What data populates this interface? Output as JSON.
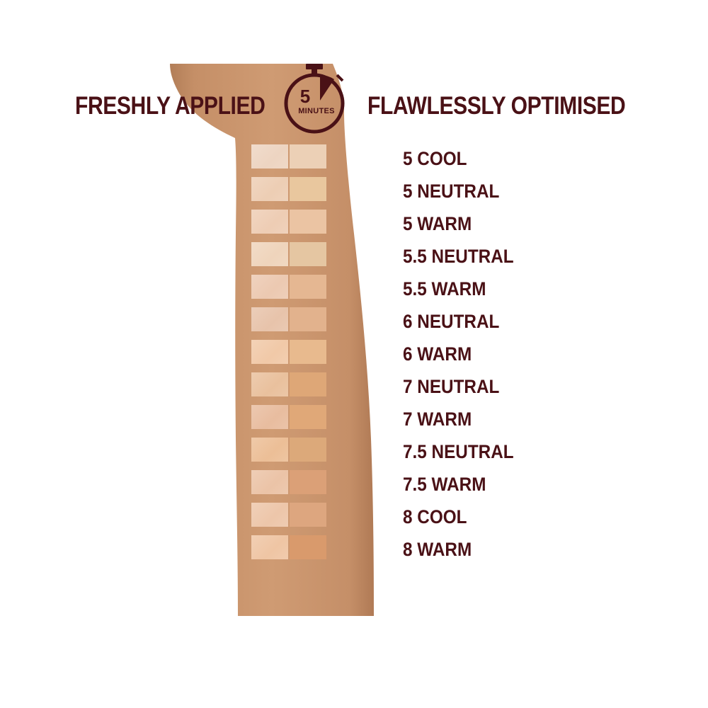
{
  "headings": {
    "left": "FRESHLY APPLIED",
    "right": "FLAWLESSLY OPTIMISED"
  },
  "timer": {
    "number": "5",
    "unit": "MINUTES",
    "icon": "stopwatch-icon"
  },
  "colors": {
    "text": "#4a1116",
    "skin": "#c8926a",
    "background": "#ffffff"
  },
  "shades": [
    {
      "label": "5 COOL",
      "fresh": "#ecd2be",
      "optimised": "#ecd0b6"
    },
    {
      "label": "5 NEUTRAL",
      "fresh": "#eccbb0",
      "optimised": "#e9c79e"
    },
    {
      "label": "5 WARM",
      "fresh": "#edcab0",
      "optimised": "#ebc4a3"
    },
    {
      "label": "5.5 NEUTRAL",
      "fresh": "#eed2b8",
      "optimised": "#e5c6a2"
    },
    {
      "label": "5.5 WARM",
      "fresh": "#ebc6ad",
      "optimised": "#e5b792"
    },
    {
      "label": "6 NEUTRAL",
      "fresh": "#e6c0a6",
      "optimised": "#e2b28d"
    },
    {
      "label": "6 WARM",
      "fresh": "#f0c6a3",
      "optimised": "#e8ba8e"
    },
    {
      "label": "7 NEUTRAL",
      "fresh": "#e8bd98",
      "optimised": "#dea777"
    },
    {
      "label": "7 WARM",
      "fresh": "#e7b99a",
      "optimised": "#e0a878"
    },
    {
      "label": "7.5 NEUTRAL",
      "fresh": "#ebbb91",
      "optimised": "#dca97a"
    },
    {
      "label": "7.5 WARM",
      "fresh": "#eac0a2",
      "optimised": "#dba077"
    },
    {
      "label": "8 COOL",
      "fresh": "#ecc3a5",
      "optimised": "#dda67f"
    },
    {
      "label": "8 WARM",
      "fresh": "#eec29f",
      "optimised": "#d99a6c"
    }
  ]
}
